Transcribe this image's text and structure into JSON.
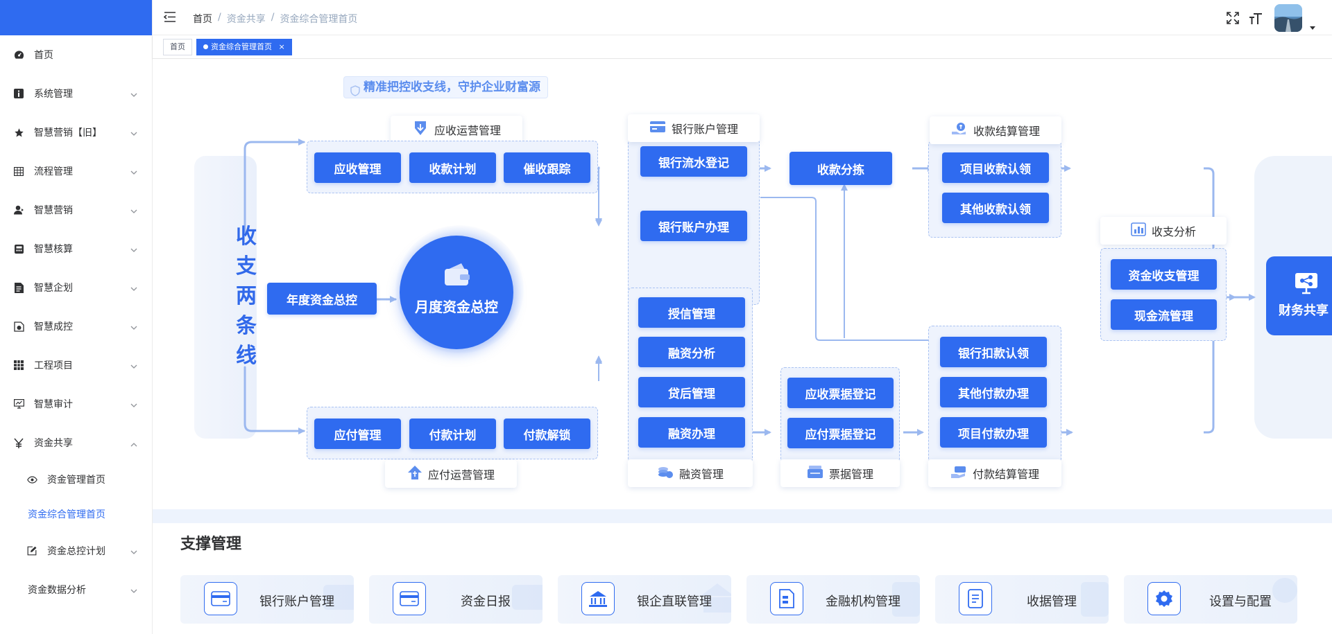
{
  "header": {
    "breadcrumb": [
      "首页",
      "资金共享",
      "资金综合管理首页"
    ],
    "separator": "/"
  },
  "tags": [
    {
      "label": "首页",
      "active": false
    },
    {
      "label": "资金综合管理首页",
      "active": true,
      "close": "×"
    }
  ],
  "sidebar": {
    "items": [
      {
        "label": "首页",
        "icon": "dashboard-icon",
        "has_children": false
      },
      {
        "label": "系统管理",
        "icon": "info-icon",
        "has_children": true
      },
      {
        "label": "智慧营销【旧】",
        "icon": "star-icon",
        "has_children": true
      },
      {
        "label": "流程管理",
        "icon": "table-icon",
        "has_children": true
      },
      {
        "label": "智慧营销",
        "icon": "user-icon",
        "has_children": true
      },
      {
        "label": "智慧核算",
        "icon": "calculator-icon",
        "has_children": true
      },
      {
        "label": "智慧企划",
        "icon": "document-icon",
        "has_children": true
      },
      {
        "label": "智慧成控",
        "icon": "cost-icon",
        "has_children": true
      },
      {
        "label": "工程项目",
        "icon": "grid-icon",
        "has_children": true
      },
      {
        "label": "智慧审计",
        "icon": "monitor-icon",
        "has_children": true
      },
      {
        "label": "资金共享",
        "icon": "yen-icon",
        "has_children": true,
        "expanded": true
      }
    ],
    "sub_items": [
      {
        "label": "资金管理首页",
        "icon": "eye-icon"
      },
      {
        "label": "资金综合管理首页",
        "active": true
      },
      {
        "label": "资金总控计划",
        "icon": "edit-icon",
        "has_children": true
      },
      {
        "label": "资金数据分析",
        "has_children": true
      }
    ]
  },
  "flow": {
    "slogan": "精准把控收支线，守护企业财富源",
    "left_title": [
      "收",
      "支",
      "两",
      "条",
      "线"
    ],
    "annual": "年度资金总控",
    "monthly": "月度资金总控",
    "receivable_ops": {
      "label": "应收运营管理",
      "items": [
        "应收管理",
        "收款计划",
        "催收跟踪"
      ]
    },
    "payable_ops": {
      "label": "应付运营管理",
      "items": [
        "应付管理",
        "付款计划",
        "付款解锁"
      ]
    },
    "bank_account": {
      "label": "银行账户管理",
      "items": [
        "银行流水登记",
        "银行账户办理"
      ]
    },
    "receipt_split": "收款分拣",
    "receipt_settle": {
      "label": "收款结算管理",
      "items": [
        "项目收款认领",
        "其他收款认领"
      ]
    },
    "financing": {
      "label": "融资管理",
      "items": [
        "授信管理",
        "融资分析",
        "贷后管理",
        "融资办理"
      ]
    },
    "bills": {
      "label": "票据管理",
      "items": [
        "应收票据登记",
        "应付票据登记"
      ]
    },
    "payment_settle": {
      "label": "付款结算管理",
      "items": [
        "银行扣款认领",
        "其他付款办理",
        "项目付款办理"
      ]
    },
    "analysis": {
      "label": "收支分析",
      "items": [
        "资金收支管理",
        "现金流管理"
      ]
    },
    "shared": "财务共享"
  },
  "support": {
    "title": "支撑管理",
    "cards": [
      {
        "label": "银行账户管理",
        "icon": "bank-card-icon"
      },
      {
        "label": "资金日报",
        "icon": "daily-report-icon"
      },
      {
        "label": "银企直联管理",
        "icon": "bank-building-icon"
      },
      {
        "label": "金融机构管理",
        "icon": "institution-icon"
      },
      {
        "label": "收据管理",
        "icon": "receipt-icon"
      },
      {
        "label": "设置与配置",
        "icon": "settings-gear-icon"
      }
    ]
  },
  "colors": {
    "primary": "#2f6bf0",
    "flow_line": "#9bb8ef",
    "group_bg": "#eef3fd"
  }
}
